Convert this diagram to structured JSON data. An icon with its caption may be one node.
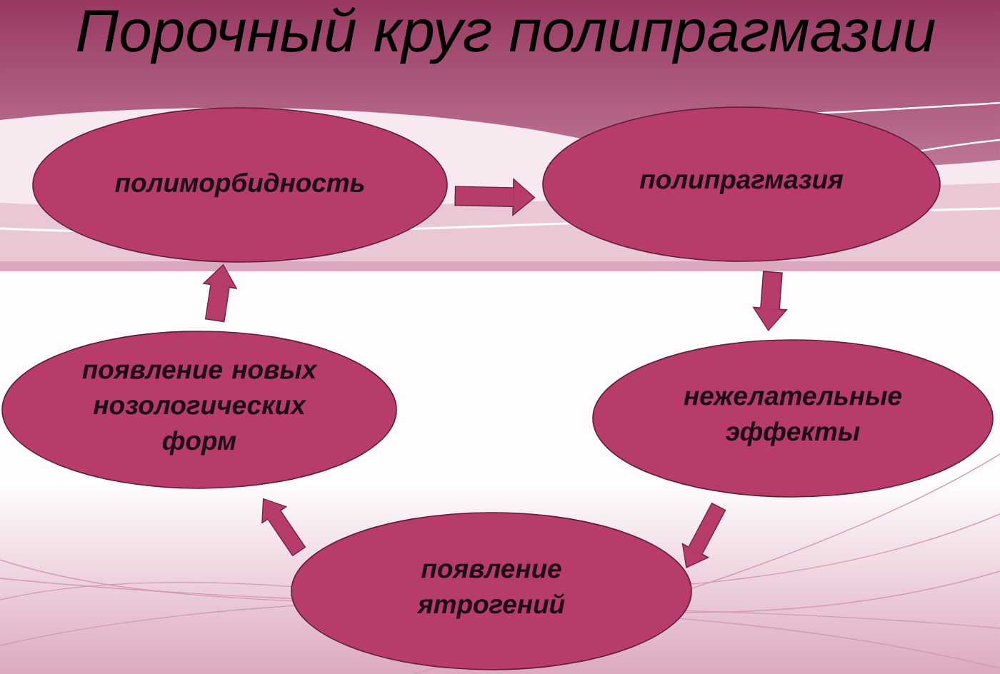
{
  "diagram": {
    "title": "Порочный круг полипрагмазии",
    "nodes": [
      {
        "text": [
          "полиморбидность"
        ]
      },
      {
        "text": [
          "полипрагмазия"
        ]
      },
      {
        "text": [
          "появление новых нозологических форм"
        ]
      },
      {
        "text": [
          "нежелательные эффекты"
        ]
      },
      {
        "text": [
          "появление ятрогений"
        ]
      }
    ],
    "edges": [
      {
        "from": 0,
        "to": 1,
        "arrow": "to"
      },
      {
        "from": 1,
        "to": 3,
        "arrow": "to"
      },
      {
        "from": 3,
        "to": 4,
        "arrow": "to"
      },
      {
        "from": 4,
        "to": 2,
        "arrow": "to"
      },
      {
        "from": 2,
        "to": 0,
        "arrow": "to"
      }
    ]
  }
}
